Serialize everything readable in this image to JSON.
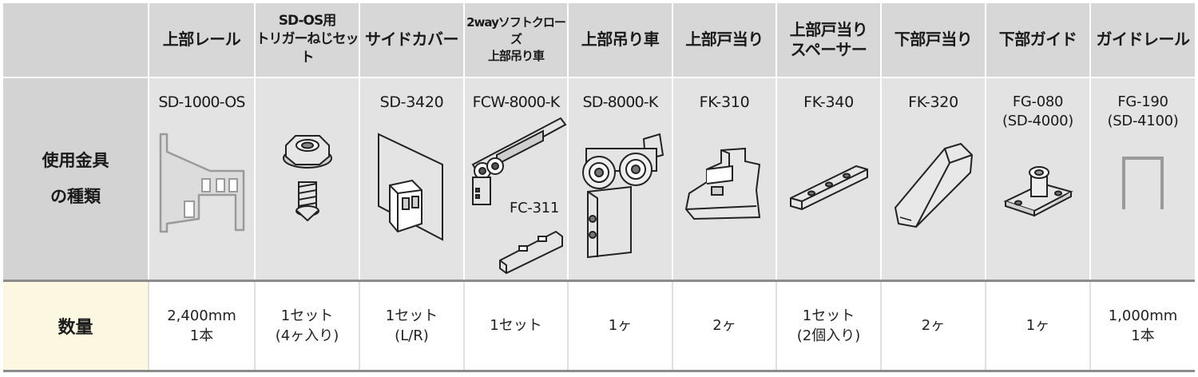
{
  "row_labels": {
    "parts": "使用金具\nの種類",
    "quantity": "数量"
  },
  "columns": [
    {
      "name": "上部レール",
      "model": "SD-1000-OS",
      "qty": "2,400mm\n1本",
      "icon": "upper-rail-icon"
    },
    {
      "name": "SD-OS用\nトリガーねじセット",
      "model": "",
      "qty": "1セット\n(4ヶ入り)",
      "icon": "trigger-screw-set-icon"
    },
    {
      "name": "サイドカバー",
      "model": "SD-3420",
      "qty": "1セット\n(L/R)",
      "icon": "side-cover-icon"
    },
    {
      "name": "2wayソフトクローズ\n上部吊り車",
      "model": "FCW-8000-K",
      "sub_model": "FC-311",
      "qty": "1セット",
      "icon": "soft-close-hanger-icon"
    },
    {
      "name": "上部吊り車",
      "model": "SD-8000-K",
      "qty": "1ヶ",
      "icon": "upper-hanger-icon"
    },
    {
      "name": "上部戸当り",
      "model": "FK-310",
      "qty": "2ヶ",
      "icon": "upper-door-stop-icon"
    },
    {
      "name": "上部戸当り\nスペーサー",
      "model": "FK-340",
      "qty": "1セット\n(2個入り)",
      "icon": "door-stop-spacer-icon"
    },
    {
      "name": "下部戸当り",
      "model": "FK-320",
      "qty": "2ヶ",
      "icon": "lower-door-stop-icon"
    },
    {
      "name": "下部ガイド",
      "model": "FG-080\n(SD-4000)",
      "qty": "1ヶ",
      "icon": "lower-guide-icon"
    },
    {
      "name": "ガイドレール",
      "model": "FG-190\n(SD-4100)",
      "qty": "1,000mm\n1本",
      "icon": "guide-rail-icon"
    }
  ],
  "colors": {
    "header_bg": "#d7d7d7",
    "parts_bg": "#e3e3e3",
    "qty_label_bg": "#fbf7e1",
    "rule": "#8c8c8c"
  }
}
